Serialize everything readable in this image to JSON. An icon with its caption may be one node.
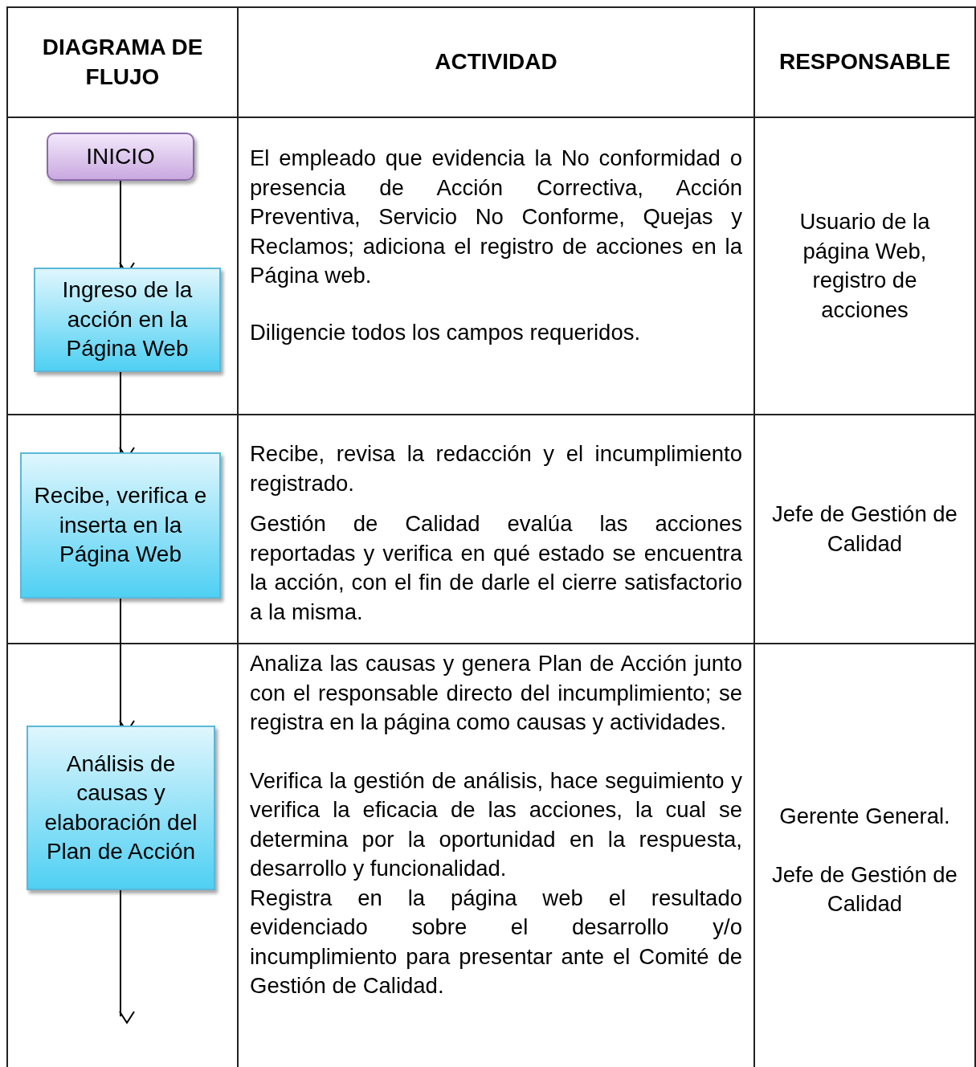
{
  "diagram": {
    "nodes": [
      {
        "text": [
          "INICIO"
        ]
      },
      {
        "text": [
          "Ingreso de la acción en la Página Web"
        ]
      },
      {
        "text": [
          "Recibe, verifica e inserta en la Página Web"
        ]
      },
      {
        "text": [
          "Análisis de causas y elaboración del Plan de Acción"
        ]
      }
    ],
    "edges": [
      {
        "from": 0,
        "to": 1,
        "arrow": "to"
      },
      {
        "from": 1,
        "to": 2,
        "arrow": "to"
      },
      {
        "from": 2,
        "to": 3,
        "arrow": "to"
      },
      {
        "from": 3,
        "to": null,
        "arrow": "to"
      }
    ],
    "labels": [
      "DIAGRAMA DE FLUJO",
      "ACTIVIDAD",
      "RESPONSABLE",
      "El empleado que evidencia la No conformidad o presencia de Acción Correctiva, Acción Preventiva, Servicio No Conforme, Quejas y Reclamos; adiciona el registro de acciones en la Página web.",
      "Diligencie todos los campos requeridos.",
      "Usuario de la página Web, registro de acciones",
      "Recibe, revisa la redacción y el incumplimiento registrado.",
      "Gestión de Calidad evalúa las acciones reportadas y verifica en qué estado se encuentra la acción, con el fin de darle el cierre satisfactorio a la misma.",
      "Jefe de Gestión de Calidad",
      "Analiza las causas y genera Plan de Acción junto con el responsable directo del incumplimiento; se registra en la página como causas y actividades.",
      "Verifica la gestión de análisis, hace seguimiento y verifica la eficacia de las acciones, la cual se determina por la oportunidad en la respuesta, desarrollo y funcionalidad.",
      "Registra en la página web el resultado evidenciado sobre el desarrollo y/o incumplimiento para presentar ante el Comité de Gestión de Calidad.",
      "Gerente General.",
      "Jefe de Gestión de Calidad"
    ]
  }
}
